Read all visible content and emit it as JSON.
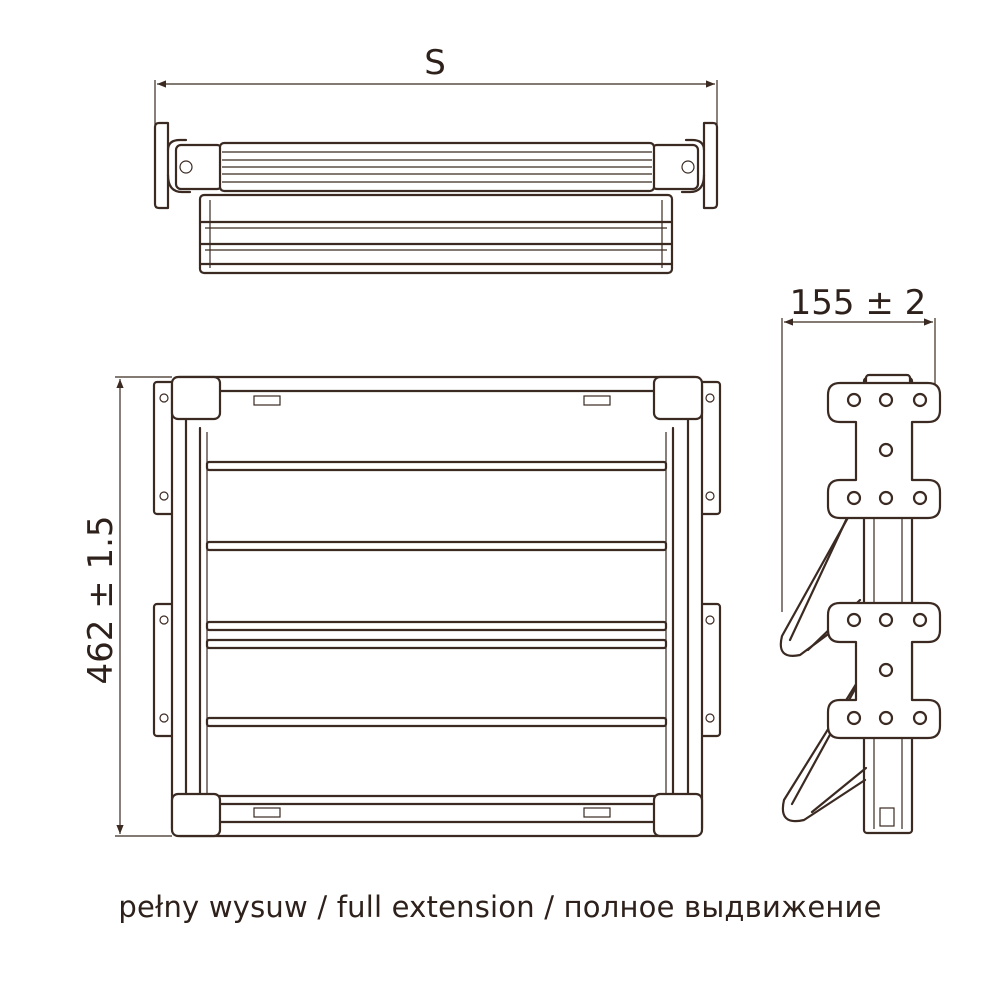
{
  "dimensions": {
    "width_label": "S",
    "height_label": "462 ± 1.5",
    "depth_label": "155 ± 2"
  },
  "caption": "pełny wysuw / full extension / полное выдвижение",
  "colors": {
    "line": "#3b2a22",
    "text": "#2e211b",
    "background": "#ffffff"
  }
}
